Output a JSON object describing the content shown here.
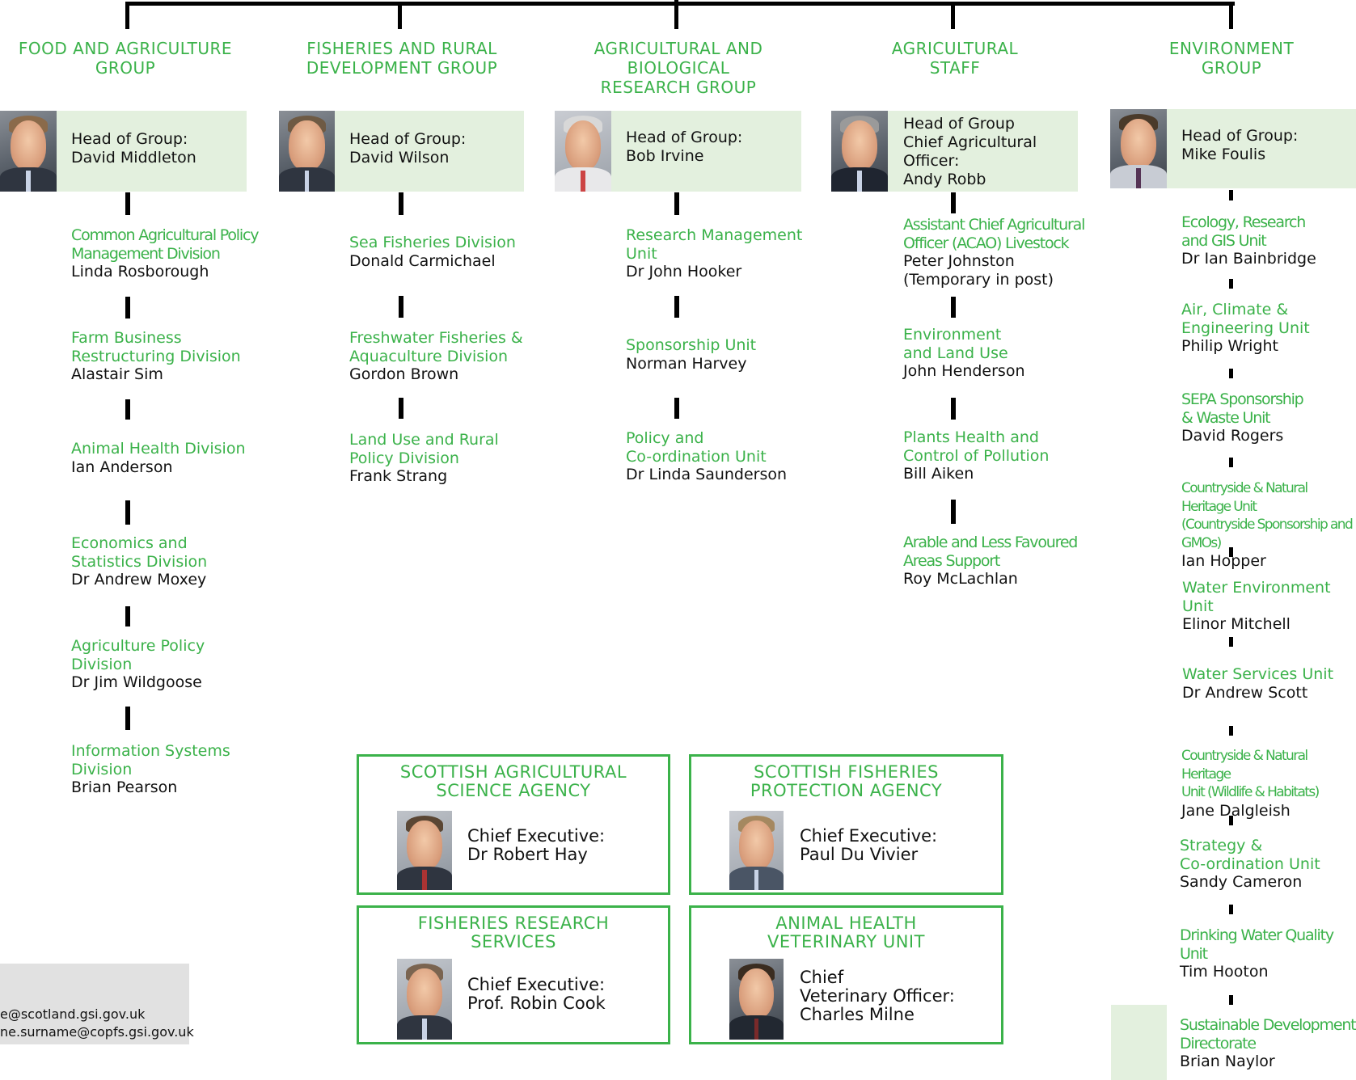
{
  "colors": {
    "accent_green": "#3bb24a",
    "head_band": "#e3f0de",
    "connector": "#000000",
    "contact_box": "#e1e1e1"
  },
  "columns": [
    {
      "title": "FOOD AND AGRICULTURE\nGROUP",
      "head": "Head of Group:\nDavid Middleton",
      "units": [
        {
          "unit": "Common Agricultural Policy\nManagement Division",
          "person": "Linda Rosborough"
        },
        {
          "unit": "Farm Business\nRestructuring Division",
          "person": "Alastair Sim"
        },
        {
          "unit": "Animal Health Division",
          "person": "Ian Anderson"
        },
        {
          "unit": "Economics and\nStatistics Division",
          "person": "Dr Andrew Moxey"
        },
        {
          "unit": "Agriculture Policy\nDivision",
          "person": "Dr Jim Wildgoose"
        },
        {
          "unit": "Information Systems\nDivision",
          "person": "Brian Pearson"
        }
      ]
    },
    {
      "title": "FISHERIES AND RURAL\nDEVELOPMENT GROUP",
      "head": "Head of Group:\nDavid Wilson",
      "units": [
        {
          "unit": "Sea Fisheries Division",
          "person": "Donald Carmichael"
        },
        {
          "unit": "Freshwater Fisheries &\nAquaculture Division",
          "person": "Gordon Brown"
        },
        {
          "unit": "Land Use and Rural\nPolicy Division",
          "person": "Frank Strang"
        }
      ]
    },
    {
      "title": "AGRICULTURAL AND BIOLOGICAL\nRESEARCH GROUP",
      "head": "Head of Group:\nBob Irvine",
      "units": [
        {
          "unit": "Research Management\nUnit",
          "person": "Dr John Hooker"
        },
        {
          "unit": "Sponsorship Unit",
          "person": "Norman Harvey"
        },
        {
          "unit": "Policy and\nCo-ordination Unit",
          "person": "Dr Linda Saunderson"
        }
      ]
    },
    {
      "title": "AGRICULTURAL\nSTAFF",
      "head": "Head of Group\nChief Agricultural\nOfficer:\nAndy Robb",
      "units": [
        {
          "unit": "Assistant Chief Agricultural\nOfficer (ACAO) Livestock",
          "person": "Peter Johnston\n(Temporary in post)"
        },
        {
          "unit": "Environment\nand Land Use",
          "person": "John Henderson"
        },
        {
          "unit": "Plants Health and\nControl of Pollution",
          "person": "Bill Aiken"
        },
        {
          "unit": "Arable and Less Favoured\nAreas Support",
          "person": "Roy McLachlan"
        }
      ]
    },
    {
      "title": "ENVIRONMENT\nGROUP",
      "head": "Head of Group:\nMike Foulis",
      "units": [
        {
          "unit": "Ecology, Research\nand GIS Unit",
          "person": "Dr Ian Bainbridge"
        },
        {
          "unit": "Air, Climate &\nEngineering Unit",
          "person": "Philip Wright"
        },
        {
          "unit": "SEPA Sponsorship\n& Waste Unit",
          "person": "David Rogers"
        },
        {
          "unit": "Countryside & Natural Heritage Unit\n(Countryside Sponsorship and GMOs)",
          "person": "Ian Hopper"
        },
        {
          "unit": "Water Environment Unit",
          "person": "Elinor Mitchell"
        },
        {
          "unit": "Water Services Unit",
          "person": "Dr Andrew Scott"
        },
        {
          "unit": "Countryside & Natural Heritage\nUnit (Wildlife & Habitats)",
          "person": "Jane Dalgleish"
        },
        {
          "unit": "Strategy &\nCo-ordination Unit",
          "person": "Sandy Cameron"
        },
        {
          "unit": "Drinking Water Quality\nUnit",
          "person": "Tim Hooton"
        },
        {
          "unit": "Sustainable Development\nDirectorate",
          "person": "Brian Naylor"
        }
      ]
    }
  ],
  "agencies": [
    {
      "title": "SCOTTISH AGRICULTURAL\nSCIENCE AGENCY",
      "chief": "Chief Executive:\nDr Robert Hay"
    },
    {
      "title": "SCOTTISH FISHERIES\nPROTECTION AGENCY",
      "chief": "Chief Executive:\nPaul Du Vivier"
    },
    {
      "title": "FISHERIES RESEARCH\nSERVICES",
      "chief": "Chief Executive:\nProf. Robin Cook"
    },
    {
      "title": "ANIMAL HEALTH\nVETERINARY UNIT",
      "chief": "Chief\nVeterinary Officer:\nCharles Milne"
    }
  ],
  "contact": {
    "line1": "e@scotland.gsi.gov.uk",
    "line2": "ne.surname@copfs.gsi.gov.uk"
  }
}
